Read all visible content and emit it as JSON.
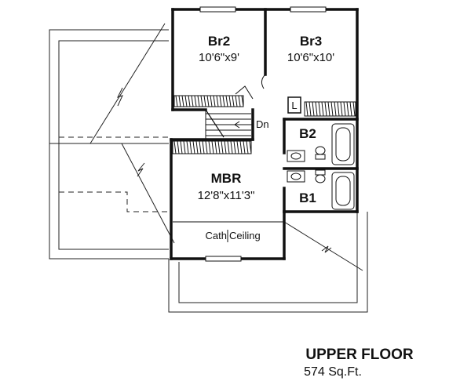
{
  "rooms": {
    "br2": {
      "name": "Br2",
      "size": "10'6\"x9'"
    },
    "br3": {
      "name": "Br3",
      "size": "10'6\"x10'"
    },
    "mbr": {
      "name": "MBR",
      "size": "12'8\"x11'3\""
    },
    "b2": {
      "name": "B2"
    },
    "b1": {
      "name": "B1"
    }
  },
  "annotations": {
    "stairs": "Dn",
    "closet": "L",
    "ceiling": "Cath",
    "ceiling2": "Ceiling"
  },
  "footer": {
    "title": "UPPER FLOOR",
    "area": "574 Sq.Ft."
  }
}
